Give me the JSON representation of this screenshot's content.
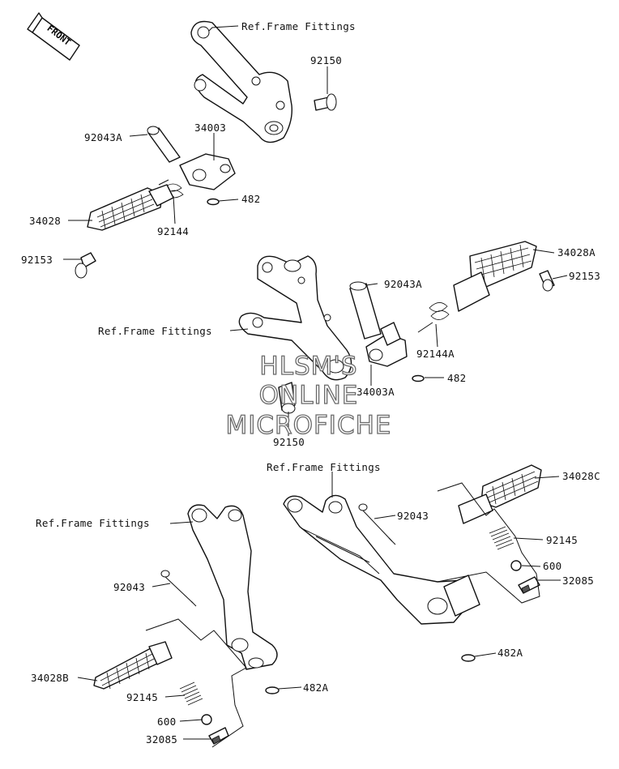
{
  "diagram": {
    "front_badge": "FRONT",
    "watermark": {
      "line1": "HLSM'S",
      "line2": "ONLINE",
      "line3": "MICROFICHE"
    },
    "labels": {
      "ref_frame_1": "Ref.Frame Fittings",
      "p92150_top": "92150",
      "p92043A_left": "92043A",
      "p34003": "34003",
      "p482_top": "482",
      "p34028": "34028",
      "p92144": "92144",
      "p92153_left": "92153",
      "p34028A": "34028A",
      "p92153_right": "92153",
      "p92043A_right": "92043A",
      "ref_frame_2": "Ref.Frame Fittings",
      "p92144A": "92144A",
      "p482_mid": "482",
      "p34003A": "34003A",
      "p92150_mid": "92150",
      "ref_frame_3": "Ref.Frame Fittings",
      "p34028C": "34028C",
      "ref_frame_4": "Ref.Frame Fittings",
      "p92043_right": "92043",
      "p92145_right": "92145",
      "p600_right": "600",
      "p32085_right": "32085",
      "p92043_left": "92043",
      "p482A_right": "482A",
      "p34028B": "34028B",
      "p92145_left": "92145",
      "p482A_left": "482A",
      "p600_left": "600",
      "p32085_left": "32085"
    }
  }
}
